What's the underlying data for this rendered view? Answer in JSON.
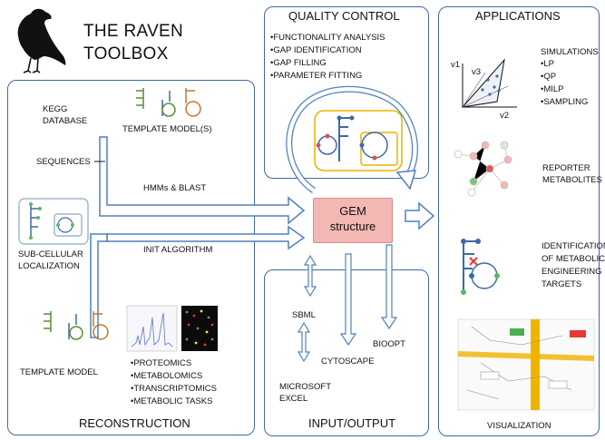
{
  "logo": {
    "title_line1": "THE RAVEN",
    "title_line2": "TOOLBOX",
    "icon": "raven-icon"
  },
  "reconstruction": {
    "title": "RECONSTRUCTION",
    "kegg": [
      "KEGG",
      "DATABASE"
    ],
    "template_models": "TEMPLATE MODEL(S)",
    "sequences": "SEQUENCES",
    "hmms": "HMMs & BLAST",
    "subcellular": [
      "SUB-CELLULAR",
      "LOCALIZATION"
    ],
    "init": "INIT ALGORITHM",
    "template_model": "TEMPLATE MODEL",
    "omics": [
      "•PROTEOMICS",
      "•METABOLOMICS",
      "•TRANSCRIPTOMICS",
      "•METABOLIC TASKS"
    ]
  },
  "quality_control": {
    "title": "QUALITY CONTROL",
    "items": [
      "•FUNCTIONALITY ANALYSIS",
      "•GAP IDENTIFICATION",
      "•GAP FILLING",
      "•PARAMETER FITTING"
    ]
  },
  "gem": {
    "line1": "GEM",
    "line2": "structure"
  },
  "io": {
    "title": "INPUT/OUTPUT",
    "sbml": "SBML",
    "cytoscape": "CYTOSCAPE",
    "bioopt": "BIOOPT",
    "excel": [
      "MICROSOFT",
      "EXCEL"
    ]
  },
  "applications": {
    "title": "APPLICATIONS",
    "simulations": [
      "SIMULATIONS",
      "•LP",
      "•QP",
      "•MILP",
      "•SAMPLING"
    ],
    "axes": {
      "v1": "v1",
      "v2": "v2",
      "v3": "v3"
    },
    "reporter": [
      "REPORTER",
      "METABOLITES"
    ],
    "targets": [
      "IDENTIFICATION",
      "OF METABOLIC",
      "ENGINEERING",
      "TARGETS"
    ],
    "visualization": "VISUALIZATION"
  },
  "colors": {
    "panel_border": "#3d6aa6",
    "arrow": "#4f81bd",
    "gem_fill": "#f4b8b4",
    "qc_frame": "#e8b400"
  }
}
